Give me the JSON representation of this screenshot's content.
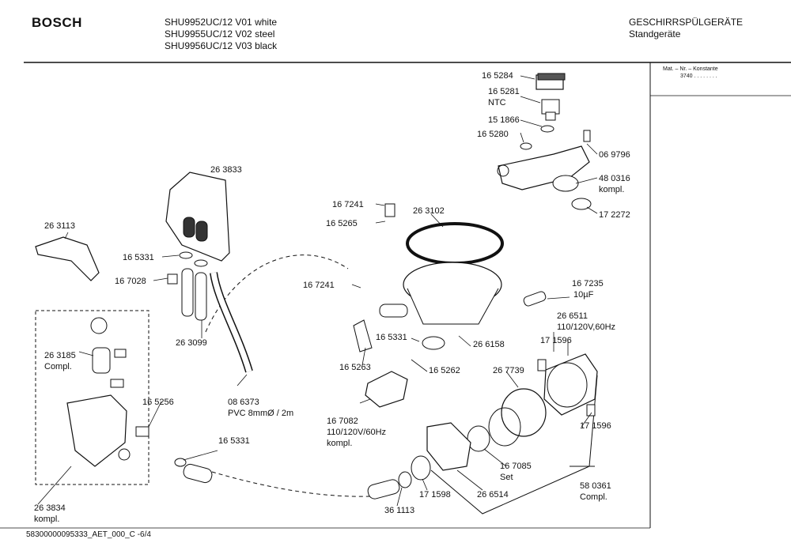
{
  "header": {
    "brand": "BOSCH",
    "models": [
      "SHU9952UC/12 V01 white",
      "SHU9955UC/12 V02 steel",
      "SHU9956UC/12 V03 black"
    ],
    "category": "GESCHIRRSPÜLGERÄTE",
    "subcategory": "Standgeräte"
  },
  "sidebar": {
    "line1": "Mat. – Nr. – Konstante",
    "line2": "3740 . . . . . . . ."
  },
  "parts": {
    "p165284": "16 5284",
    "p165281": "16 5281",
    "p165281_sub": "NTC",
    "p151866": "15 1866",
    "p165280": "16 5280",
    "p069796": "06 9796",
    "p480316": "48 0316",
    "p480316_sub": "kompl.",
    "p172272": "17 2272",
    "p263833": "26 3833",
    "p167241a": "16 7241",
    "p165265": "16 5265",
    "p263102": "26 3102",
    "p263113": "26 3113",
    "p165331a": "16 5331",
    "p167028": "16 7028",
    "p167241b": "16 7241",
    "p167235": "16 7235",
    "p167235_sub": "10µF",
    "p266511": "26 6511",
    "p266511_sub": "110/120V,60Hz",
    "p171596a": "17 1596",
    "p263099": "26 3099",
    "p165331b": "16 5331",
    "p266158": "26 6158",
    "p263185": "26 3185",
    "p263185_sub": "Compl.",
    "p165263": "16 5263",
    "p165262": "16 5262",
    "p267739": "26 7739",
    "p165256": "16 5256",
    "p086373": "08 6373",
    "p086373_sub": "PVC 8mmØ / 2m",
    "p167082": "16 7082",
    "p167082_sub1": "110/120V/60Hz",
    "p167082_sub2": "kompl.",
    "p171596b": "17 1596",
    "p165331c": "16 5331",
    "p167085": "16 7085",
    "p167085_sub": "Set",
    "p580361": "58 0361",
    "p580361_sub": "Compl.",
    "p171598": "17 1598",
    "p266514": "26 6514",
    "p361113": "36 1113",
    "p263834": "26 3834",
    "p263834_sub": "kompl."
  },
  "footer": {
    "code": "58300000095333_AET_000_C -6/4"
  }
}
